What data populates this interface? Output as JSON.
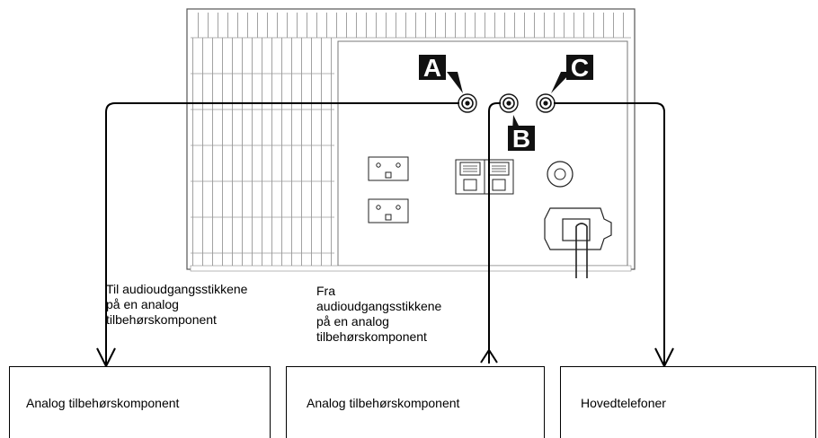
{
  "jack_labels": {
    "a": "A",
    "b": "B",
    "c": "C"
  },
  "captions": {
    "left": [
      "Til audioudgangsstikkene",
      "på en analog",
      "tilbehørskomponent"
    ],
    "middle": [
      "Fra",
      "audioudgangsstikkene",
      "på en analog",
      "tilbehørskomponent"
    ]
  },
  "boxes": [
    {
      "label": "Analog tilbehørskomponent"
    },
    {
      "label": "Analog tilbehørskomponent"
    },
    {
      "label": "Hovedtelefoner"
    }
  ]
}
